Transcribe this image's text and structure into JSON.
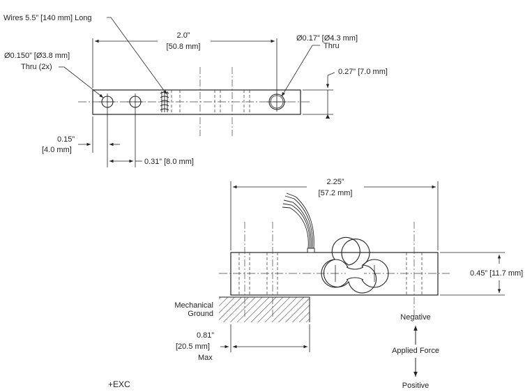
{
  "top_view": {
    "wires_label": "Wires 5.5” [140 mm] Long",
    "length_in": "2.0”",
    "length_mm": "[50.8 mm]",
    "small_hole_dia": "Ø0.150” [Ø3.8 mm]",
    "small_hole_note": "Thru (2x)",
    "large_hole_dia": "Ø0.17” [Ø4.3 mm]",
    "large_hole_note": "Thru",
    "width": "0.27” [7.0 mm]",
    "edge_offset_in": "0.15”",
    "edge_offset_mm": "[4.0 mm]",
    "hole_spacing": "0.31” [8.0 mm]"
  },
  "side_view": {
    "length_in": "2.25”",
    "length_mm": "[57.2 mm]",
    "height": "0.45” [11.7 mm]",
    "ground_label_1": "Mechanical",
    "ground_label_2": "Ground",
    "mount_in": "0.81”",
    "mount_mm": "[20.5 mm]",
    "mount_note": "Max"
  },
  "force": {
    "negative": "Negative",
    "applied": "Applied Force",
    "positive": "Positive"
  },
  "excitation_label": "+EXC"
}
